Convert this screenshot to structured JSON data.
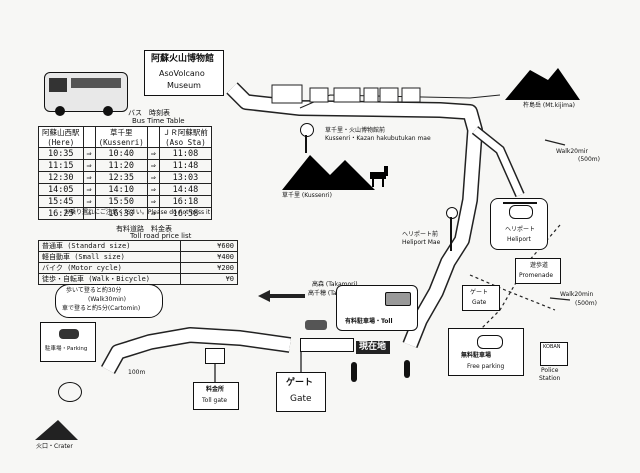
{
  "museum": {
    "ja": "阿蘇火山博物館",
    "en1": "AsoVolcano",
    "en2": "Museum"
  },
  "bus": {
    "title_ja": "バス　時刻表",
    "title_en": "Bus Time Table",
    "headers": [
      {
        "ja": "阿蘇山西駅",
        "en": "(Here)"
      },
      {
        "ja": "草千里",
        "en": "(Kussenri)"
      },
      {
        "ja": "ＪＲ阿蘇駅前",
        "en": "(Aso Sta)"
      }
    ],
    "arrow": "⇒",
    "rows": [
      [
        "10:35",
        "10:40",
        "11:08"
      ],
      [
        "11:15",
        "11:20",
        "11:48"
      ],
      [
        "12:30",
        "12:35",
        "13:03"
      ],
      [
        "14:05",
        "14:10",
        "14:48"
      ],
      [
        "15:45",
        "15:50",
        "16:18"
      ],
      [
        "16:25",
        "16:30",
        "16:58"
      ]
    ],
    "note": "お乗り遅れにご注意ください。Please do not miss it!"
  },
  "toll": {
    "title_ja": "有料道路　料金表",
    "title_en": "Toll road price list",
    "rows": [
      [
        "普通車 (Standard size)",
        "¥600"
      ],
      [
        "軽自動車 (Small size)",
        "¥400"
      ],
      [
        "バイク (Motor cycle)",
        "¥200"
      ],
      [
        "徒歩・自転車 (Walk・Bicycle)",
        "¥0"
      ]
    ]
  },
  "labels": {
    "kusasenri_stop_ja": "草千里・火山博物館前",
    "kusasenri_stop_en": "Kussenri・Kazan hakubutukan mae",
    "kusasenri_ja": "草千里 (Kussenri)",
    "kijima": "杵島岳 (Mt.kijima)",
    "walk20_a": "Walk20mir",
    "walk20_a_dist": "(500m)",
    "heliport_mae_ja": "ヘリポート前",
    "heliport_mae_en": "Heliport Mae",
    "heliport_ja": "ヘリポート",
    "heliport_en": "Heliport",
    "promenade_ja": "遊歩道",
    "promenade_en": "Promenade",
    "gate_ja": "ゲート",
    "gate_en": "Gate",
    "walk20_b": "Walk20min",
    "walk20_b_dist": "(500m)",
    "takamori": "高森 (Takamori)",
    "takachiho": "高千穂 (Takachiho)",
    "toll_parking": "有料駐車場・Toll",
    "here": "現在地",
    "free_parking_ja": "無料駐車場",
    "free_parking_en": "Free parking",
    "koban": "KOBAN",
    "police1": "Police",
    "police2": "Station",
    "walk30_ja": "歩いて登ると約30分",
    "walk30_en": "(Walk30min)",
    "cart_ja": "車で登ると約5分(Cartomin)",
    "parking_ja": "駐車場・Parking",
    "dist_100m": "100m",
    "tollgate_ja": "料金所",
    "tollgate_en": "Toll gate",
    "gate2_ja": "ゲート",
    "gate2_en": "Gate",
    "crater": "火口・Crater"
  }
}
